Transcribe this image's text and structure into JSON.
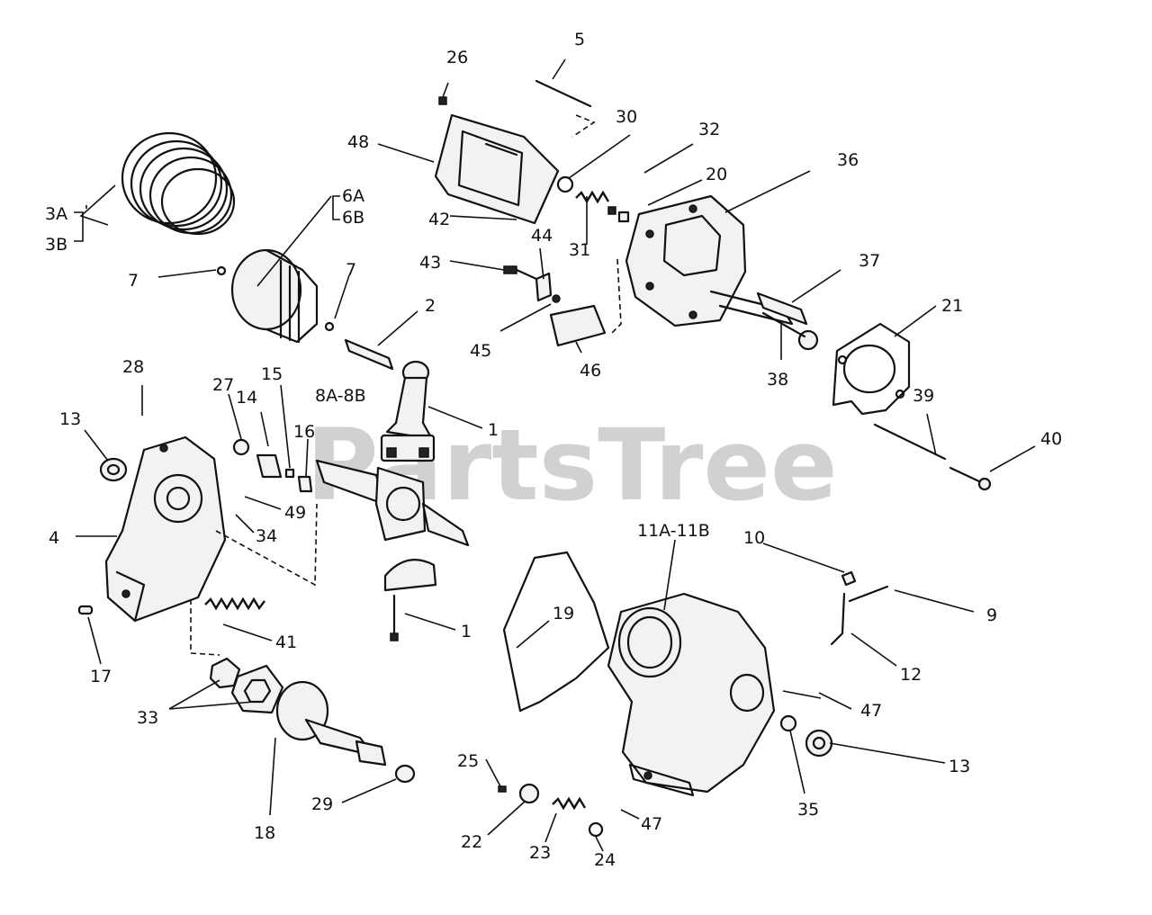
{
  "watermark": {
    "text": "PartsTree"
  },
  "labels": {
    "p26": "26",
    "p5": "5",
    "p30": "30",
    "p32": "32",
    "p20": "20",
    "p36": "36",
    "p48": "48",
    "p3a": "3A",
    "p3b": "3B",
    "p6a": "6A",
    "p6b": "6B",
    "p42": "42",
    "p31": "31",
    "p44": "44",
    "p43": "43",
    "p37": "37",
    "p21": "21",
    "p7a": "7",
    "p7b": "7",
    "p2": "2",
    "p45": "45",
    "p46": "46",
    "p38": "38",
    "p28": "28",
    "p8": "8A-8B",
    "p27": "27",
    "p14": "14",
    "p15": "15",
    "p16": "16",
    "p13a": "13",
    "p1a": "1",
    "p39": "39",
    "p40": "40",
    "p49": "49",
    "p34": "34",
    "p4": "4",
    "p11": "11A-11B",
    "p10": "10",
    "p19": "19",
    "p9": "9",
    "p41": "41",
    "p1b": "1",
    "p17": "17",
    "p12": "12",
    "p33": "33",
    "p47a": "47",
    "p13b": "13",
    "p25": "25",
    "p29": "29",
    "p35": "35",
    "p18": "18",
    "p22": "22",
    "p23": "23",
    "p24": "24",
    "p47b": "47"
  }
}
